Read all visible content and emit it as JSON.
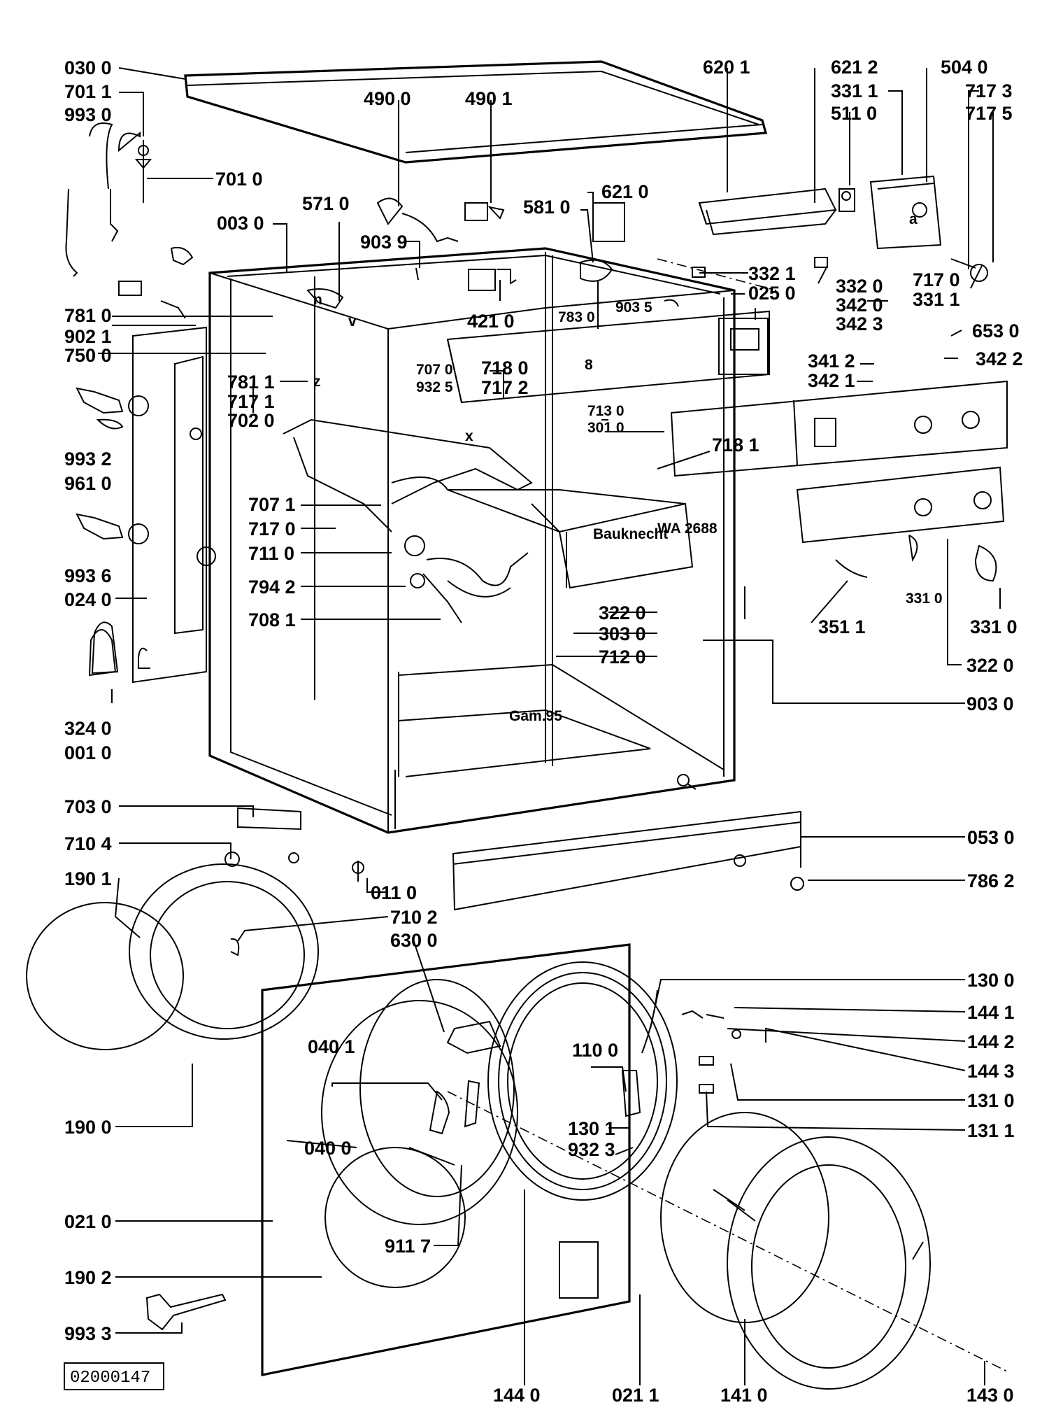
{
  "labels": [
    "030 0",
    "701 1",
    "993 0",
    "701 0",
    "003 0",
    "781 0",
    "902 1",
    "750 0",
    "781 1",
    "717 1",
    "702 0",
    "993 2",
    "961 0",
    "707 1",
    "717 0",
    "711 0",
    "794 2",
    "708 1",
    "993 6",
    "024 0",
    "324 0",
    "001 0",
    "490 0",
    "490 1",
    "571 0",
    "903 9",
    "581 0",
    "621 0",
    "421 0",
    "783 0",
    "903 5",
    "707 0",
    "932 5",
    "718 0",
    "717 2",
    "713 0",
    "301 0",
    "718 1",
    "322 0",
    "303 0",
    "712 0",
    "620 1",
    "621 2",
    "331 1",
    "511 0",
    "504 0",
    "717 3",
    "717 5",
    "332 1",
    "025 0",
    "332 0",
    "342 0",
    "342 3",
    "717 0",
    "331 1",
    "653 0",
    "341 2",
    "342 2",
    "342 1",
    "331 0",
    "351 1",
    "331 0",
    "322 0",
    "903 0",
    "703 0",
    "710 4",
    "190 1",
    "011 0",
    "710 2",
    "630 0",
    "053 0",
    "786 2",
    "130 0",
    "144 1",
    "144 2",
    "144 3",
    "131 0",
    "131 1",
    "110 0",
    "040 1",
    "130 1",
    "932 3",
    "190 0",
    "040 0",
    "021 0",
    "911 7",
    "190 2",
    "993 3",
    "144 0",
    "021 1",
    "141 0",
    "143 0"
  ],
  "drawing_code": "02000147",
  "panel_text": {
    "brand": "Bauknecht",
    "model": "WA 2688",
    "stamp": "Gam.95"
  },
  "inline_letters": [
    "n",
    "z",
    "v",
    "x",
    "a",
    "8"
  ]
}
